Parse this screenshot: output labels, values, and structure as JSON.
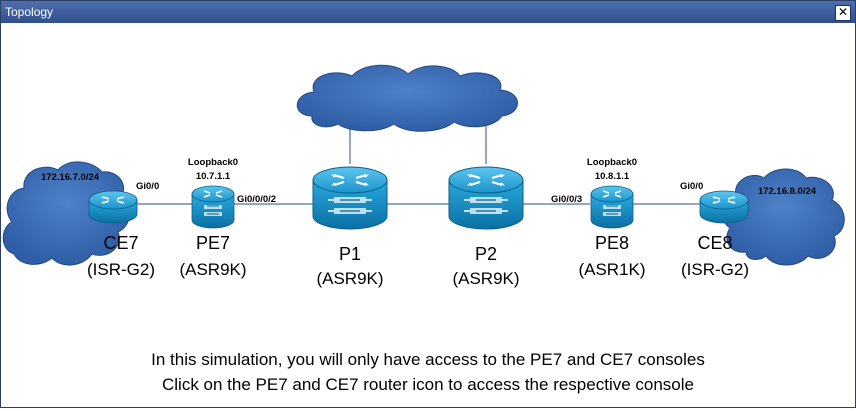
{
  "window": {
    "title": "Topology",
    "close_glyph": "✕"
  },
  "clouds": {
    "top": {
      "icon": "cloud-icon"
    },
    "left": {
      "icon": "cloud-icon",
      "subnet": "172.16.7.0/24"
    },
    "right": {
      "icon": "cloud-icon",
      "subnet": "172.16.8.0/24"
    }
  },
  "routers": {
    "ce7": {
      "name": "CE7",
      "model": "(ISR-G2)",
      "interface": "Gi0/0",
      "icon": "router-icon"
    },
    "pe7": {
      "name": "PE7",
      "model": "(ASR9K)",
      "loopback_label": "Loopback0",
      "loopback_ip": "10.7.1.1",
      "interface": "Gi0/0/0/2",
      "icon": "router-icon"
    },
    "p1": {
      "name": "P1",
      "model": "(ASR9K)",
      "icon": "router-icon"
    },
    "p2": {
      "name": "P2",
      "model": "(ASR9K)",
      "icon": "router-icon"
    },
    "pe8": {
      "name": "PE8",
      "model": "(ASR1K)",
      "loopback_label": "Loopback0",
      "loopback_ip": "10.8.1.1",
      "interface": "Gi0/0/3",
      "icon": "router-icon"
    },
    "ce8": {
      "name": "CE8",
      "model": "(ISR-G2)",
      "interface": "Gi0/0",
      "icon": "router-icon"
    }
  },
  "notes": {
    "line1": "In this simulation, you will only have access to the PE7 and CE7 consoles",
    "line2": "Click on the PE7 and CE7 router icon to access the respective console"
  },
  "colors": {
    "router_fill": "#1b9bd2",
    "router_dark": "#0a5f8c",
    "cloud_fill": "#3d6fb7",
    "titlebar": "#3a5c9c"
  }
}
